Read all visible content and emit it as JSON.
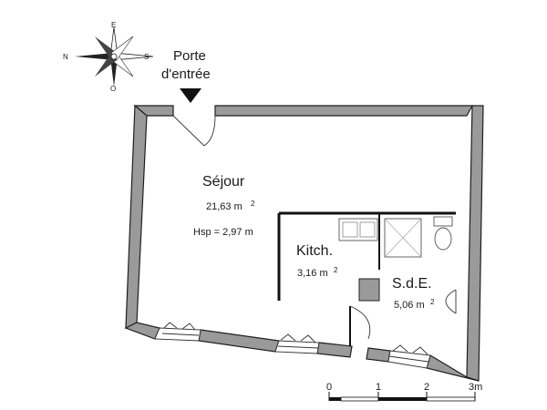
{
  "compass": {
    "north": "N",
    "south": "S",
    "east": "E",
    "west": "O"
  },
  "entrance": {
    "line1": "Porte",
    "line2": "d'entrée"
  },
  "rooms": {
    "sejour": {
      "name": "Séjour",
      "area": "21,63 m",
      "area_sup": "2",
      "height": "Hsp = 2,97 m"
    },
    "kitchen": {
      "name": "Kitch.",
      "area": "3,16 m",
      "area_sup": "2"
    },
    "sde": {
      "name": "S.d.E.",
      "area": "5,06 m",
      "area_sup": "2"
    }
  },
  "scale": {
    "ticks": [
      "0",
      "1",
      "2",
      "3m"
    ]
  },
  "colors": {
    "wall": "#9a9a9a",
    "line": "#1f1f1f"
  }
}
